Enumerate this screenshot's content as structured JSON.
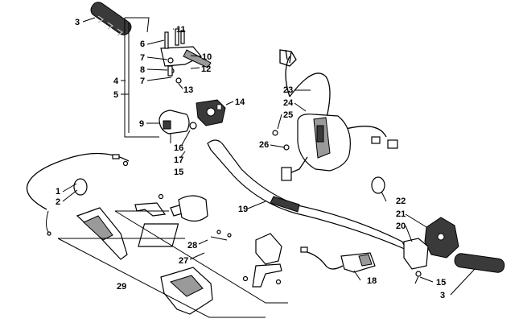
{
  "diagram": {
    "callouts": [
      "1",
      "2",
      "3",
      "4",
      "5",
      "6",
      "7",
      "8",
      "7",
      "9",
      "10",
      "11",
      "12",
      "13",
      "14",
      "15",
      "16",
      "17",
      "15",
      "18",
      "19",
      "20",
      "21",
      "22",
      "23",
      "24",
      "25",
      "26",
      "27",
      "28",
      "29",
      "3"
    ]
  }
}
